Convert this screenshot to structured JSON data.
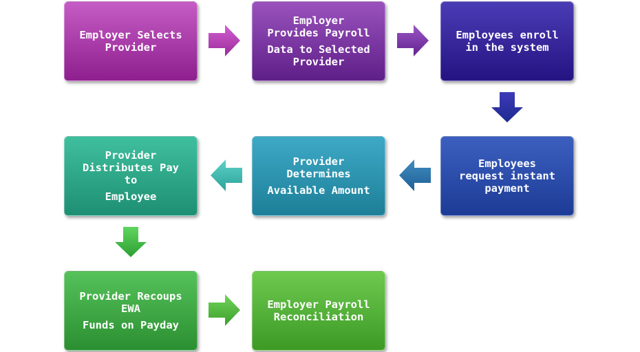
{
  "steps": [
    {
      "lines": [
        "Employer Selects",
        "Provider"
      ]
    },
    {
      "lines": [
        "Employer",
        "Provides Payroll",
        "Data to Selected",
        "Provider"
      ]
    },
    {
      "lines": [
        "Employees enroll",
        "in the system"
      ]
    },
    {
      "lines": [
        "Employees",
        "request instant",
        "payment"
      ]
    },
    {
      "lines": [
        "Provider",
        "Determines",
        "Available Amount"
      ]
    },
    {
      "lines": [
        "Provider",
        "Distributes Pay",
        "to",
        "Employee"
      ]
    },
    {
      "lines": [
        "Provider Recoups",
        "EWA",
        "Funds on Payday"
      ]
    },
    {
      "lines": [
        "Employer Payroll",
        "Reconciliation"
      ]
    }
  ],
  "colors": {
    "step1": "#b04bb0",
    "step2": "#7a36a6",
    "step3": "#33239b",
    "step4": "#2a4fae",
    "step5": "#2b96b2",
    "step6": "#2aa888",
    "step7": "#3fa845",
    "step8": "#55b23a"
  }
}
